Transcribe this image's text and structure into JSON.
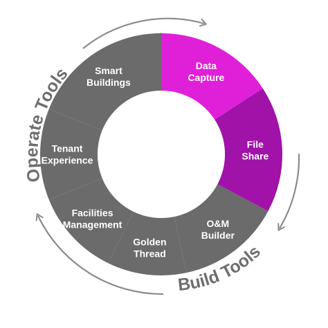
{
  "segments": [
    {
      "id": "data-capture",
      "lines": [
        "Data",
        "Capture"
      ],
      "color": "#e020d8"
    },
    {
      "id": "file-share",
      "lines": [
        "File",
        "Share"
      ],
      "color": "#a012a8"
    },
    {
      "id": "om-builder",
      "lines": [
        "O&M",
        "Builder"
      ],
      "color": "#6b6b6b"
    },
    {
      "id": "golden-thread",
      "lines": [
        "Golden",
        "Thread"
      ],
      "color": "#6b6b6b"
    },
    {
      "id": "facilities-management",
      "lines": [
        "Facilities",
        "Management"
      ],
      "color": "#6b6b6b"
    },
    {
      "id": "tenant-experience",
      "lines": [
        "Tenant",
        "Experience"
      ],
      "color": "#6b6b6b"
    },
    {
      "id": "smart-buildings",
      "lines": [
        "Smart",
        "Buildings"
      ],
      "color": "#6b6b6b"
    }
  ],
  "operate_tools": {
    "label": "Operate Tools",
    "color": "#6e6e6e"
  },
  "build_tools": {
    "label": "Build Tools",
    "color": "#6e6e6e"
  },
  "colors": {
    "arrow": "#8a8a8a",
    "center": "#ffffff"
  }
}
